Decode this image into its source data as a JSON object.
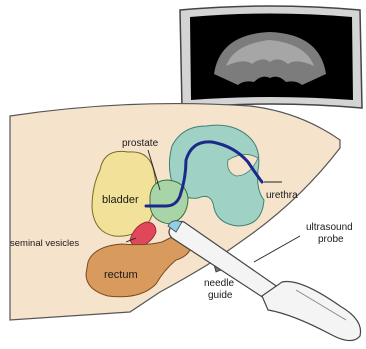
{
  "diagram": {
    "labels": {
      "prostate": "prostate",
      "bladder": "bladder",
      "urethra": "urethra",
      "seminal_vesicles": "seminal vesicles",
      "rectum": "rectum",
      "ultrasound_probe_line1": "ultrasound",
      "ultrasound_probe_line2": "probe",
      "needle_guide_line1": "needle",
      "needle_guide_line2": "guide"
    },
    "colors": {
      "body_tissue": "#f5e3cc",
      "bladder": "#f2e199",
      "prostate": "#a9d4a8",
      "pubic_bone": "#9fd2c4",
      "urethra": "#1b2a8a",
      "seminal_vesicles": "#e0485a",
      "rectum": "#d99a5e",
      "probe_body": "#f4f4f4",
      "monitor_frame": "#d4d4d4",
      "monitor_screen": "#000000"
    }
  }
}
